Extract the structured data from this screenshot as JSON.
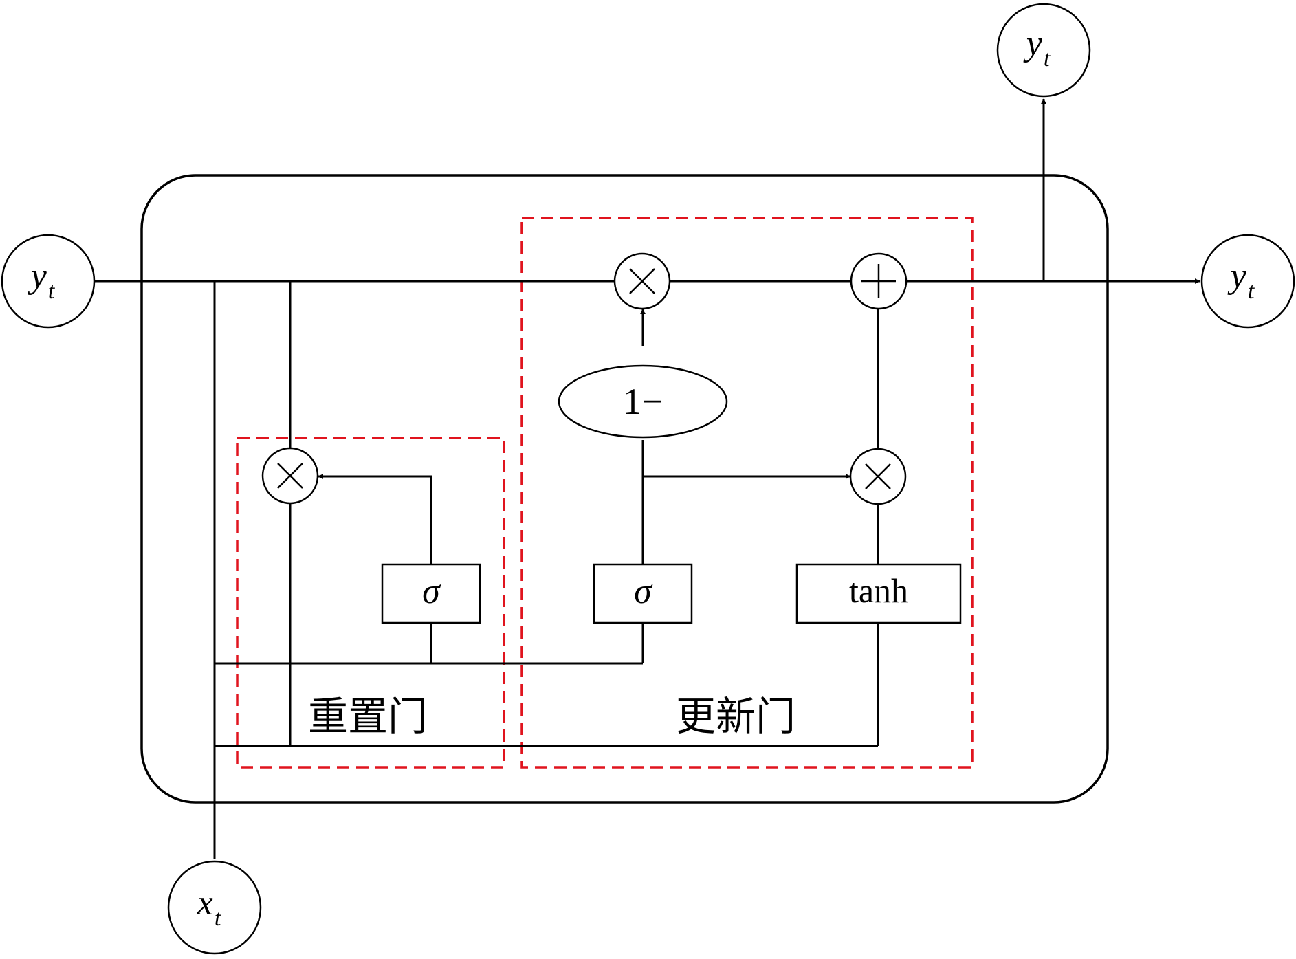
{
  "diagram": {
    "nodes": {
      "input_left": {
        "var": "y",
        "sub": "t"
      },
      "output_right": {
        "var": "y",
        "sub": "t"
      },
      "output_top": {
        "var": "y",
        "sub": "t"
      },
      "input_bottom": {
        "var": "x",
        "sub": "t"
      }
    },
    "operators": {
      "multiply_top": "×",
      "add_top": "+",
      "multiply_reset": "×",
      "multiply_update": "×",
      "one_minus": "1−"
    },
    "gates": {
      "reset_sigma": "σ",
      "update_sigma": "σ",
      "candidate_tanh": "tanh"
    },
    "regions": {
      "reset_gate_label": "重置门",
      "update_gate_label": "更新门"
    },
    "colors": {
      "line": "#000000",
      "dashed_region": "#e0141e",
      "background": "#ffffff"
    }
  }
}
